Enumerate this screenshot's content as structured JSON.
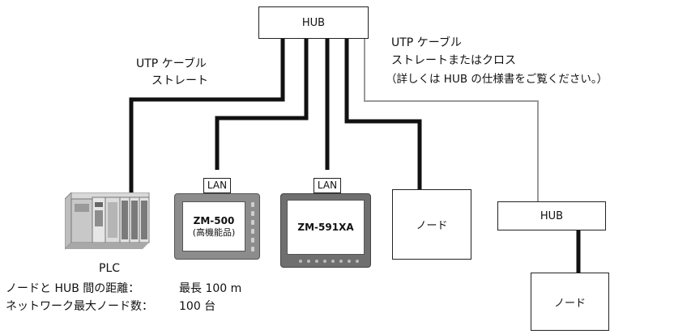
{
  "hub_top": {
    "label": "HUB"
  },
  "hub_right": {
    "label": "HUB"
  },
  "cable_left": {
    "line1": "UTP ケーブル",
    "line2": "ストレート"
  },
  "cable_right": {
    "line1": "UTP ケーブル",
    "line2": "ストレートまたはクロス",
    "line3": "（詳しくは HUB の仕様書をご覧ください。）"
  },
  "lan_labels": {
    "zm500": "LAN",
    "zm591": "LAN"
  },
  "zm500": {
    "model": "ZM-500",
    "sub": "(高機能品)"
  },
  "zm591": {
    "model": "ZM-591XA"
  },
  "node_center": {
    "label": "ノード"
  },
  "node_bottom": {
    "label": "ノード"
  },
  "plc": {
    "label": "PLC"
  },
  "specs": {
    "distance_label": "ノードと HUB 間の距離：",
    "distance_value": "最長 100 m",
    "count_label": "ネットワーク最大ノード数：",
    "count_value": "100 台"
  },
  "colors": {
    "thick_cable": "#111111",
    "thin_cable": "#999999",
    "panel_gray": "#8c8c8c",
    "panel_dark": "#6f6f6f"
  }
}
